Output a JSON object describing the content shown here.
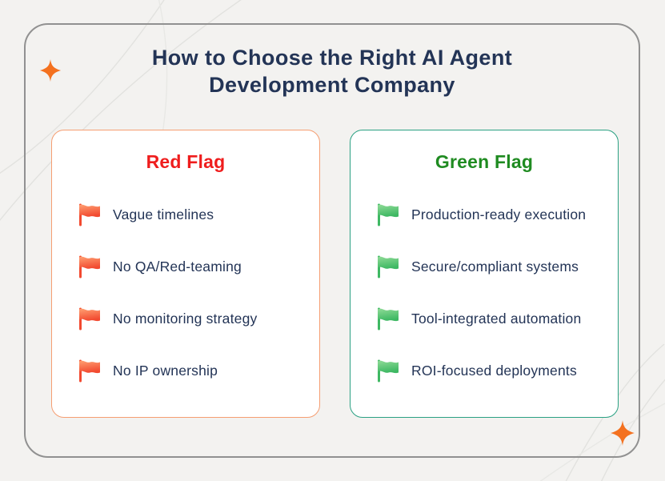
{
  "infographic": {
    "title_line1": "How to Choose the Right AI Agent",
    "title_line2": "Development Company"
  },
  "cards": {
    "red": {
      "title": "Red Flag",
      "items": [
        "Vague timelines",
        "No QA/Red-teaming",
        "No monitoring strategy",
        "No IP ownership"
      ]
    },
    "green": {
      "title": "Green Flag",
      "items": [
        "Production-ready execution",
        "Secure/compliant systems",
        "Tool-integrated automation",
        "ROI-focused deployments"
      ]
    }
  },
  "icons": {
    "red_flag": "red-flag-icon (waving flag, orange-red gradient)",
    "green_flag": "green-flag-icon (waving flag, green gradient)",
    "sparkle": "sparkle-icon (orange four-point star)"
  },
  "colors": {
    "page_bg": "#f3f2f0",
    "frame_border": "#919191",
    "title_navy": "#233456",
    "red_accent": "#ef1d1d",
    "green_accent": "#1f8b21",
    "red_card_border": "#f59e72",
    "green_card_border": "#2ba183",
    "red_flag_light": "#ffa173",
    "red_flag_dark": "#f24a30",
    "green_flag_light": "#90db97",
    "green_flag_dark": "#3eb863",
    "sparkle_orange": "#f4711f",
    "item_text": "#233456",
    "card_bg": "#ffffff",
    "arc_line": "#e2e2df"
  }
}
